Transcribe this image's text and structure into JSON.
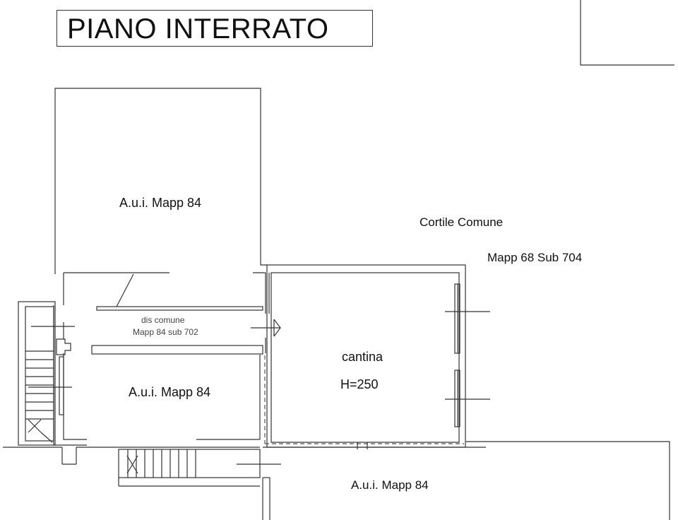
{
  "title": "PIANO INTERRATO",
  "labels": {
    "aui_top": "A.u.i.  Mapp 84",
    "cortile": "Cortile Comune",
    "mapp68": "Mapp 68 Sub 704",
    "dis_comune": "dis comune",
    "dis_sub": "Mapp 84 sub 702",
    "cantina": "cantina",
    "height": "H=250",
    "aui_mid": "A.u.i.  Mapp 84",
    "aui_bottom": "A.u.i.  Mapp 84"
  },
  "colors": {
    "line": "#333333",
    "dash": "#555555"
  }
}
